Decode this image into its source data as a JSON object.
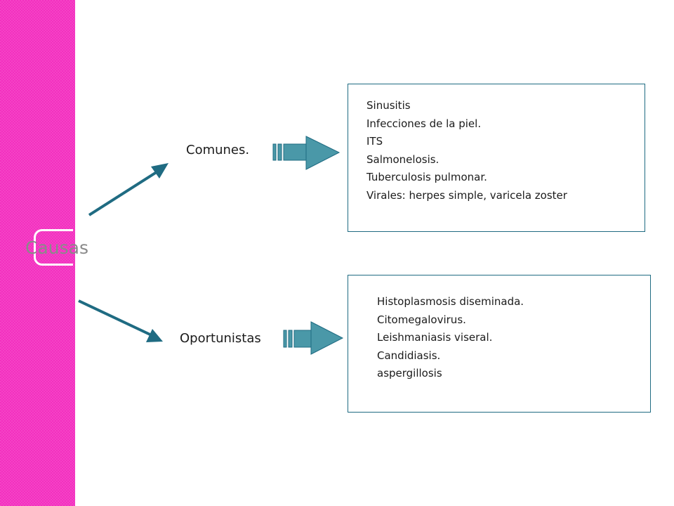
{
  "root": {
    "label": "Causas"
  },
  "categories": [
    {
      "label": "Comunes.",
      "items": [
        "Sinusitis",
        "Infecciones de la piel.",
        "ITS",
        "Salmonelosis.",
        "Tuberculosis pulmonar.",
        "Virales: herpes simple,  varicela zoster"
      ]
    },
    {
      "label": "Oportunistas",
      "items": [
        "Histoplasmosis diseminada.",
        "Citomegalovirus.",
        "Leishmaniasis viseral.",
        "Candidiasis.",
        "aspergillosis"
      ]
    }
  ],
  "colors": {
    "band": "#f32fbf",
    "arrow": "#1f6b82",
    "block_arrow": "#4a98a8",
    "causa_text": "#8a8a8a"
  }
}
